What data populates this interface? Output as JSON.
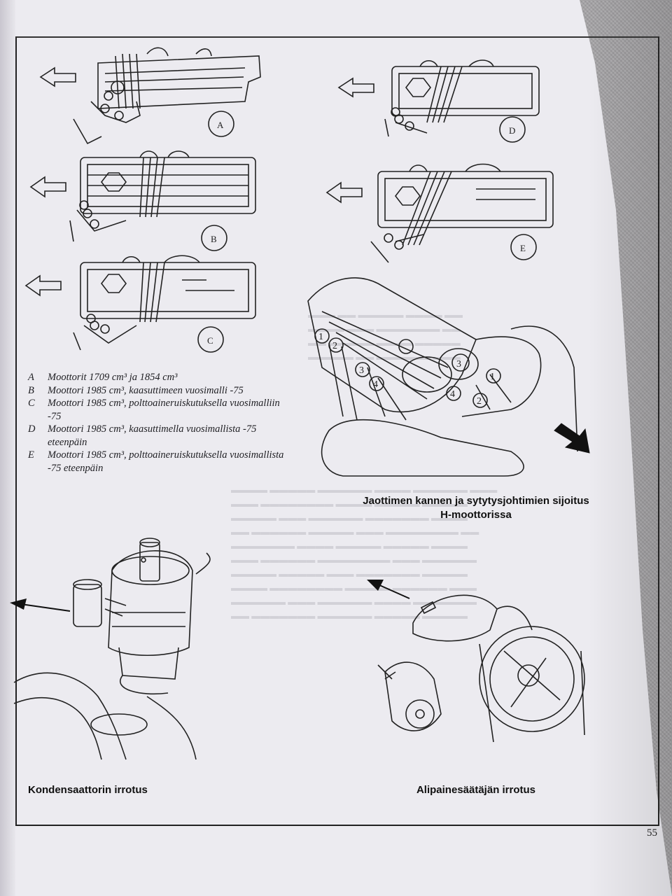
{
  "page": {
    "number": "55"
  },
  "figure_labels": {
    "a": "A",
    "b": "B",
    "c": "C",
    "d": "D",
    "e": "E"
  },
  "legend": [
    {
      "key": "A",
      "text": "Moottorit 1709 cm³ ja 1854 cm³"
    },
    {
      "key": "B",
      "text": "Moottori 1985 cm³, kaasuttimeen vuosimalli -75"
    },
    {
      "key": "C",
      "text": "Moottori 1985 cm³, polttoaineruiskutuksella vuosimalliin -75"
    },
    {
      "key": "D",
      "text": "Moottori 1985 cm³, kaasuttimella vuosimallista -75 eteenpäin"
    },
    {
      "key": "E",
      "text": "Moottori 1985 cm³, polttoaineruiskutuksella vuosimallista -75 eteenpäin"
    }
  ],
  "firing_numbers": [
    "1",
    "2",
    "3",
    "4",
    "1",
    "2",
    "3",
    "4"
  ],
  "captions": {
    "distributor_cap_line1": "Jaottimen kannen ja sytytysjohtimien sijoitus",
    "distributor_cap_line2": "H-moottorissa",
    "condenser_removal": "Kondensaattorin irrotus",
    "vacuum_unit_removal": "Alipainesäätäjän irrotus"
  },
  "colors": {
    "paper": "#ecebf0",
    "ink": "#1e1e22",
    "background_fabric": "#a7a5a8"
  }
}
